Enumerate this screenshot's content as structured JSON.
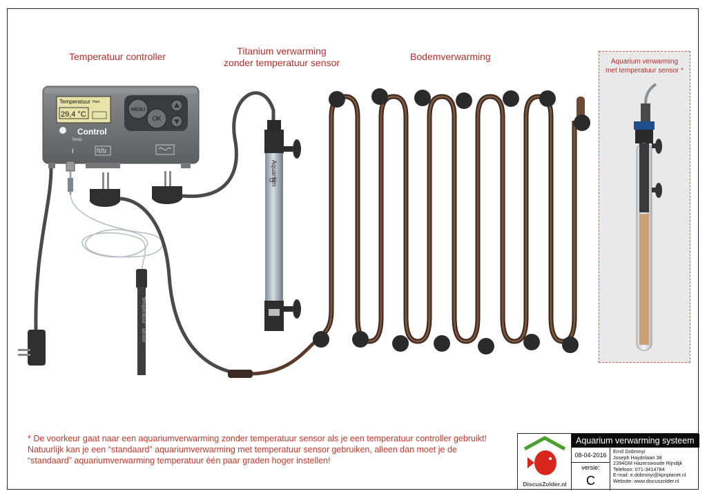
{
  "labels": {
    "controller": "Temperatuur controller",
    "titanium_line1": "Titanium verwarming",
    "titanium_line2": "zonder temperatuur sensor",
    "bottom": "Bodemverwarming",
    "aquarium_line1": "Aquarium verwarming",
    "aquarium_line2": "met temperatuur sensor *"
  },
  "device": {
    "screen_title": "Temperatuur",
    "screen_small": "Hum",
    "screen_value": "29,4 °C",
    "brand": "Control",
    "brand_sub": "Temp",
    "menu_button": "MENU",
    "ok_button": "OK",
    "port_marks": [
      "I",
      "⊓⊔⊓",
      "≀"
    ]
  },
  "heater_texts": {
    "tube_text": "Aquarium",
    "ce_mark": "CE"
  },
  "sensor_label": "Temperatuur - sensor",
  "note_lines": [
    "* De voorkeur gaat naar een aquariumverwarming zonder temperatuur sensor als je een temperatuur controller gebruikt!",
    "  Natuurlijk kan je een “standaard” aquariumverwarming met temperatuur sensor gebruiken,   alleen dan moet je de",
    "  “standaard” aquariumverwarming temperatuur één paar graden hoger instellen!"
  ],
  "title_block": {
    "title": "Aquarium verwarming systeem",
    "date": "08-04-2016",
    "version_label": "versie:",
    "version": "C",
    "logo_text": "DiscusZolder.nl",
    "address_lines": [
      "Ernő  Dobronyi",
      "Joseph Haydnlaan 38",
      "2394GM Hazerswoude Rijndijk",
      "Telefoon:   071-3414784",
      "E-mail:       e.dobronyi@kpnplanet.nl",
      "Website:    www.discuszolder.nl"
    ]
  },
  "colors": {
    "label_red": "#b0302a",
    "cable_brown": "#5a3a2a",
    "cable_grey": "#4a4a4a",
    "device_grey": "#6d6e70"
  }
}
